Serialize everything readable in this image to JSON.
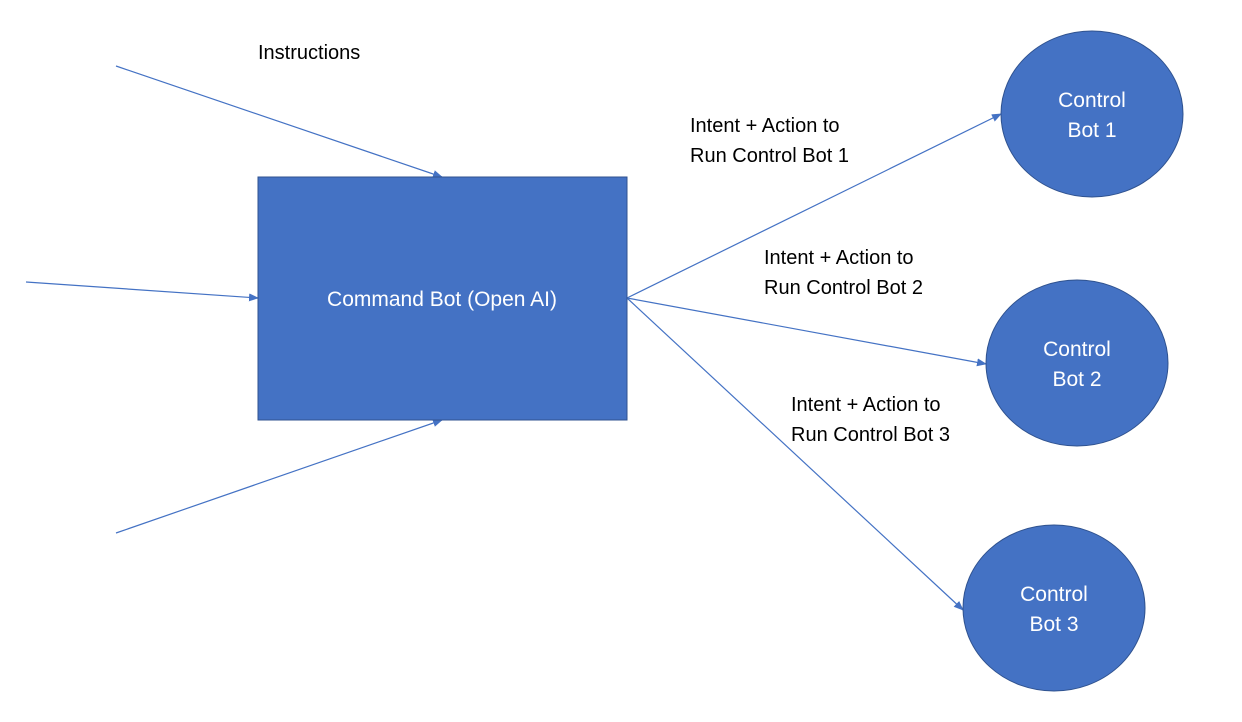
{
  "colors": {
    "node_fill": "#4472C4",
    "node_stroke": "#2F528F",
    "edge": "#4472C4",
    "node_text": "#ffffff",
    "label_text": "#000000"
  },
  "labels": {
    "instructions": "Instructions",
    "edge1": {
      "line1": "Intent + Action to",
      "line2": "Run Control Bot 1"
    },
    "edge2": {
      "line1": "Intent + Action to",
      "line2": "Run Control Bot 2"
    },
    "edge3": {
      "line1": "Intent + Action to",
      "line2": "Run Control Bot 3"
    }
  },
  "nodes": {
    "command_bot": {
      "label": "Command Bot (Open AI)"
    },
    "control_bot_1": {
      "line1": "Control",
      "line2": "Bot 1"
    },
    "control_bot_2": {
      "line1": "Control",
      "line2": "Bot 2"
    },
    "control_bot_3": {
      "line1": "Control",
      "line2": "Bot 3"
    }
  }
}
